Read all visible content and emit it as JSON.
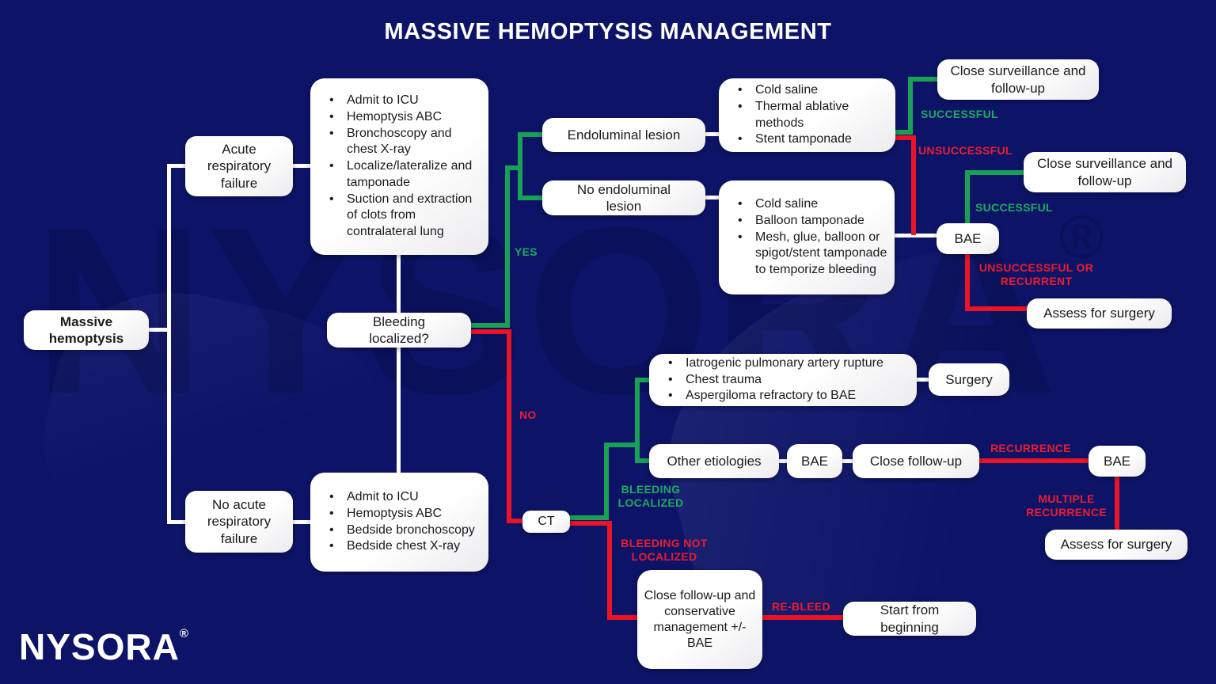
{
  "title": "MASSIVE HEMOPTYSIS MANAGEMENT",
  "watermark": {
    "text": "NYSORA",
    "reg": "®"
  },
  "logo": {
    "text": "NYSORA",
    "reg": "®"
  },
  "colors": {
    "background": "#0d1468",
    "green": "#18a156",
    "red": "#ea1426",
    "box_text": "#1b1b1d",
    "white": "#ffffff"
  },
  "nodes": {
    "massive": {
      "text": "Massive hemoptysis"
    },
    "acute": {
      "text": "Acute respiratory failure"
    },
    "icu_top": {
      "items": [
        "Admit to ICU",
        "Hemoptysis ABC",
        "Bronchoscopy and chest X-ray",
        "Localize/lateralize and tamponade",
        "Suction and extraction of clots from contralateral lung"
      ]
    },
    "bleeding_localized": {
      "text": "Bleeding localized?"
    },
    "no_acute": {
      "text": "No acute respiratory failure"
    },
    "icu_bottom": {
      "items": [
        "Admit to ICU",
        "Hemoptysis ABC",
        "Bedside bronchoscopy",
        "Bedside chest X-ray"
      ]
    },
    "endoluminal": {
      "text": "Endoluminal lesion"
    },
    "no_endoluminal": {
      "text": "No endoluminal lesion"
    },
    "endo_treatment": {
      "items": [
        "Cold saline",
        "Thermal ablative methods",
        "Stent tamponade"
      ]
    },
    "no_endo_treatment": {
      "items": [
        "Cold saline",
        "Balloon tamponade",
        "Mesh, glue, balloon or spigot/stent tamponade to temporize bleeding"
      ]
    },
    "close_surveillance_1": {
      "text": "Close surveillance and follow-up"
    },
    "bae_1": {
      "text": "BAE"
    },
    "close_surveillance_2": {
      "text": "Close surveillance and follow-up"
    },
    "assess_surgery_1": {
      "text": "Assess for surgery"
    },
    "surgical_causes": {
      "items": [
        "Iatrogenic pulmonary artery rupture",
        "Chest trauma",
        "Aspergiloma refractory to BAE"
      ]
    },
    "surgery": {
      "text": "Surgery"
    },
    "other_etiologies": {
      "text": "Other etiologies"
    },
    "bae_2": {
      "text": "BAE"
    },
    "close_followup": {
      "text": "Close follow-up"
    },
    "bae_3": {
      "text": "BAE"
    },
    "assess_surgery_2": {
      "text": "Assess for surgery"
    },
    "ct": {
      "text": "CT"
    },
    "conservative": {
      "text": "Close follow-up and conservative management +/- BAE"
    },
    "start_over": {
      "text": "Start from beginning"
    }
  },
  "labels": {
    "yes": "YES",
    "no": "NO",
    "successful_1": "SUCCESSFUL",
    "unsuccessful": "UNSUCCESSFUL",
    "successful_2": "SUCCESSFUL",
    "unsuccessful_recurrent": "UNSUCCESSFUL OR RECURRENT",
    "bleeding_localized": "BLEEDING LOCALIZED",
    "bleeding_not_localized": "BLEEDING NOT LOCALIZED",
    "recurrence": "RECURRENCE",
    "multiple_recurrence": "MULTIPLE RECURRENCE",
    "re_bleed": "RE-BLEED"
  }
}
